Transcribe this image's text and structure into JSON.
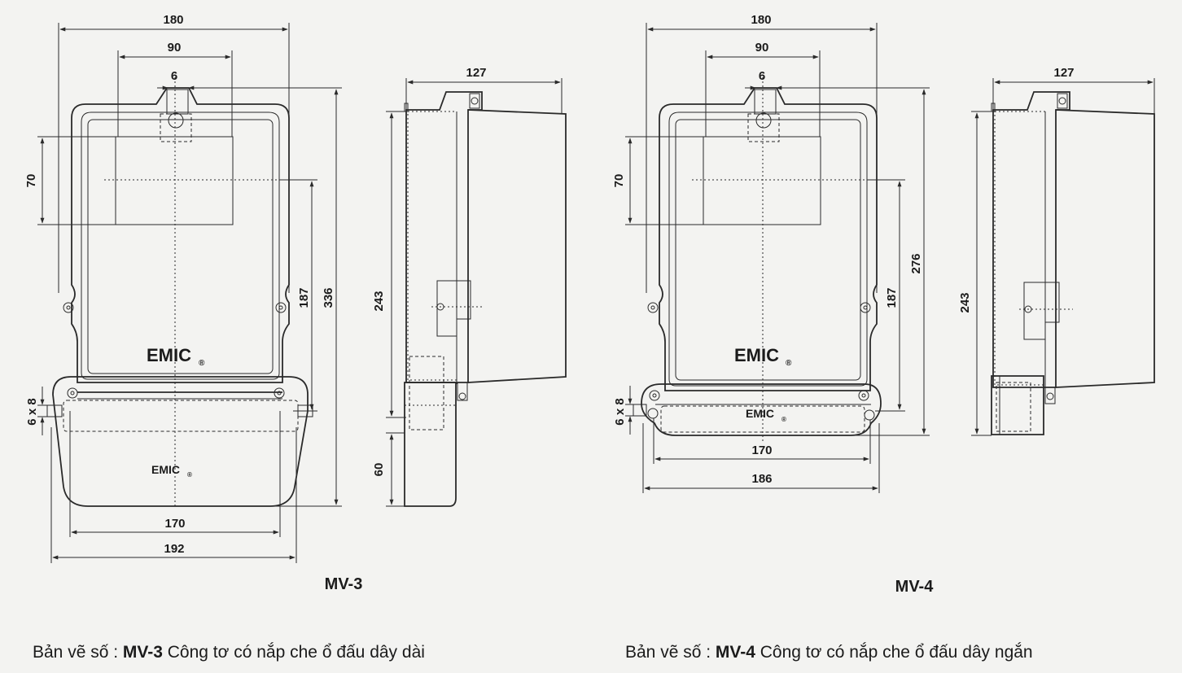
{
  "mv3": {
    "title": "MV-3",
    "brand_main": "EMIC",
    "brand_cover": "EMIC",
    "reg": "®",
    "dims": {
      "w180": "180",
      "w90": "90",
      "w6": "6",
      "h70": "70",
      "h187": "187",
      "h336": "336",
      "hole": "6 x 8",
      "w170": "170",
      "w192": "192",
      "d127": "127",
      "h243": "243",
      "h60": "60"
    }
  },
  "mv4": {
    "title": "MV-4",
    "brand_main": "EMIC",
    "brand_cover": "EMIC",
    "reg": "®",
    "dims": {
      "w180": "180",
      "w90": "90",
      "w6": "6",
      "h70": "70",
      "h187": "187",
      "h276": "276",
      "hole": "6 x 8",
      "w170": "170",
      "w186": "186",
      "d127": "127",
      "h243": "243"
    }
  },
  "captions": {
    "left_prefix": "Bản vẽ số : ",
    "left_code": "MV-3",
    "left_text": " Công tơ có nắp che ổ đấu dây dài",
    "right_prefix": "Bản vẽ số : ",
    "right_code": "MV-4",
    "right_text": " Công tơ có nắp che ổ đấu dây ngắn"
  }
}
